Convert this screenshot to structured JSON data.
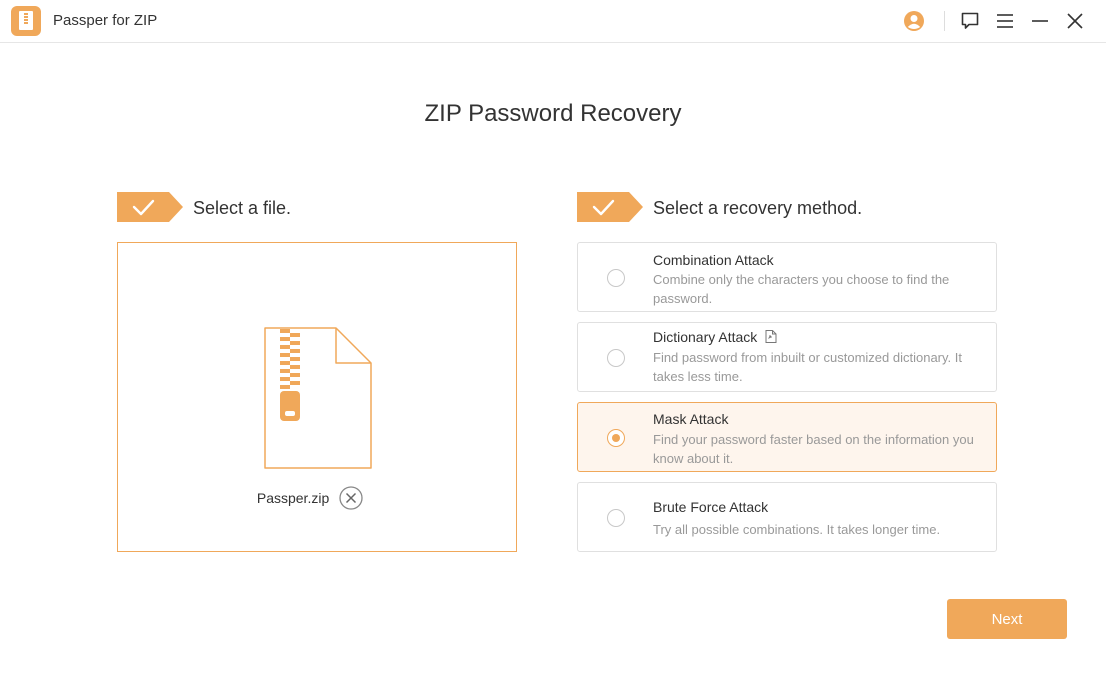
{
  "window": {
    "title": "Passper for ZIP",
    "controls": [
      "account-icon",
      "feedback-icon",
      "menu-icon",
      "minimize-icon",
      "close-icon"
    ]
  },
  "page": {
    "title": "ZIP Password Recovery"
  },
  "step_file": {
    "label": "Select a file.",
    "file_name": "Passper.zip"
  },
  "step_method": {
    "label": "Select a recovery method.",
    "methods": [
      {
        "title": "Combination Attack",
        "description": "Combine only the characters you choose to find the password.",
        "selected": false
      },
      {
        "title": "Dictionary Attack",
        "description": "Find password from inbuilt or customized dictionary. It takes less time.",
        "selected": false
      },
      {
        "title": "Mask Attack",
        "description": "Find your password faster based on the information you know about it.",
        "selected": true
      },
      {
        "title": "Brute Force Attack",
        "description": "Try all possible combinations. It takes longer time.",
        "selected": false
      }
    ]
  },
  "actions": {
    "next_label": "Next"
  },
  "colors": {
    "accent": "#f0a85a",
    "selected_bg": "#fef5ed",
    "border": "#e0e0e0",
    "muted_text": "#999999"
  }
}
